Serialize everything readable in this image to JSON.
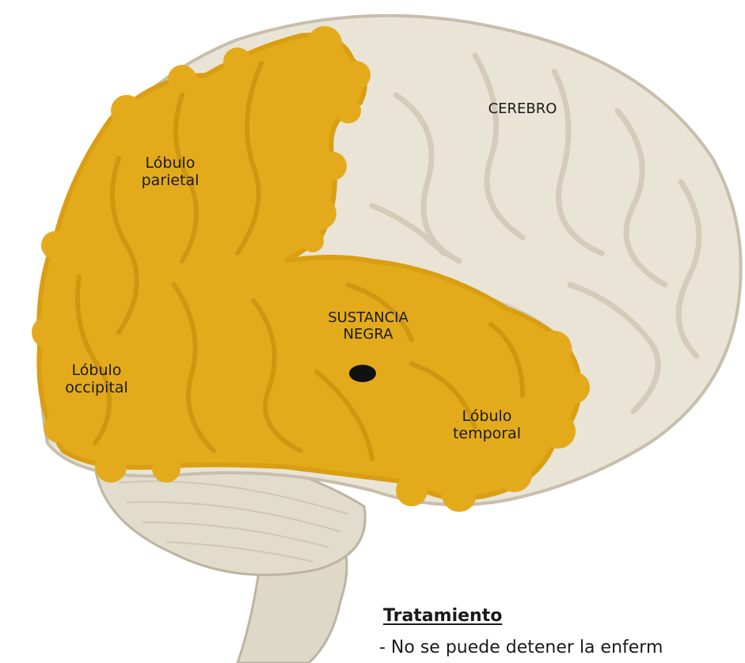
{
  "labels": {
    "cerebro": "CEREBRO",
    "parietal_line1": "Lóbulo",
    "parietal_line2": "parietal",
    "occipital_line1": "Lóbulo",
    "occipital_line2": "occipital",
    "temporal_line1": "Lóbulo",
    "temporal_line2": "temporal",
    "sustancia_line1": "SUSTANCIA",
    "sustancia_line2": "NEGRA"
  },
  "tratamiento": {
    "title": "Tratamiento",
    "line1": "- No se puede detener la enferm"
  },
  "colors": {
    "brain_base": "#e9e4d6",
    "brain_shade": "#d6cfbe",
    "affected": "#e3ab1c",
    "affected_shade": "#c98f0e",
    "substantia_nigra": "#111111"
  }
}
